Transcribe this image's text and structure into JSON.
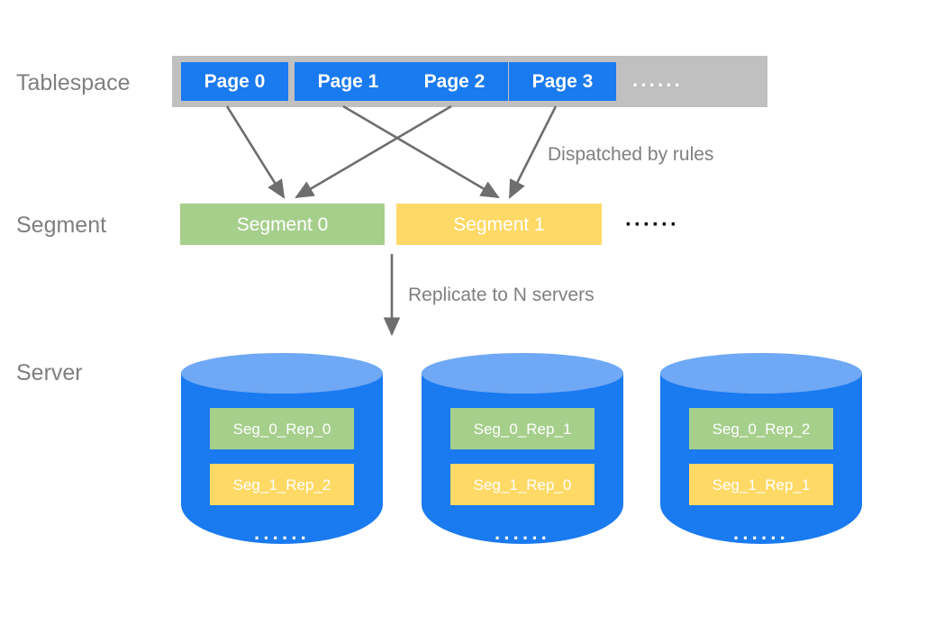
{
  "diagram": {
    "title": "Tablespace to Segment to Server replication diagram",
    "colors": {
      "page_blue": "#1a7af0",
      "band_gray": "#c0c0c0",
      "segment_green": "#a6cf8c",
      "segment_yellow": "#ffd966",
      "cylinder_body": "#1a7af0",
      "cylinder_top": "#6fa8f5",
      "label_gray": "#7f7f7f",
      "arrow_gray": "#6e6e6e"
    }
  },
  "rows": {
    "tablespace_label": "Tablespace",
    "segment_label": "Segment",
    "server_label": "Server"
  },
  "tablespace": {
    "pages": [
      {
        "label": "Page 0"
      },
      {
        "label": "Page 1"
      },
      {
        "label": "Page 2"
      },
      {
        "label": "Page 3"
      }
    ],
    "ellipsis": "······"
  },
  "segments": {
    "items": [
      {
        "label": "Segment 0",
        "color": "#a6cf8c"
      },
      {
        "label": "Segment 1",
        "color": "#ffd966"
      }
    ],
    "ellipsis": "······"
  },
  "captions": {
    "dispatch": "Dispatched by rules",
    "replicate": "Replicate to N servers"
  },
  "servers": [
    {
      "replicas": [
        {
          "label": "Seg_0_Rep_0",
          "color": "#a6cf8c"
        },
        {
          "label": "Seg_1_Rep_2",
          "color": "#ffd966"
        }
      ],
      "ellipsis": "······"
    },
    {
      "replicas": [
        {
          "label": "Seg_0_Rep_1",
          "color": "#a6cf8c"
        },
        {
          "label": "Seg_1_Rep_0",
          "color": "#ffd966"
        }
      ],
      "ellipsis": "······"
    },
    {
      "replicas": [
        {
          "label": "Seg_0_Rep_2",
          "color": "#a6cf8c"
        },
        {
          "label": "Seg_1_Rep_1",
          "color": "#ffd966"
        }
      ],
      "ellipsis": "······"
    }
  ],
  "mapping": {
    "page_to_segment": [
      {
        "from": "Page 0",
        "to": "Segment 0"
      },
      {
        "from": "Page 1",
        "to": "Segment 1"
      },
      {
        "from": "Page 2",
        "to": "Segment 0"
      },
      {
        "from": "Page 3",
        "to": "Segment 1"
      }
    ],
    "segment_to_servers": {
      "from": "Segment 0",
      "to": "Server"
    }
  }
}
